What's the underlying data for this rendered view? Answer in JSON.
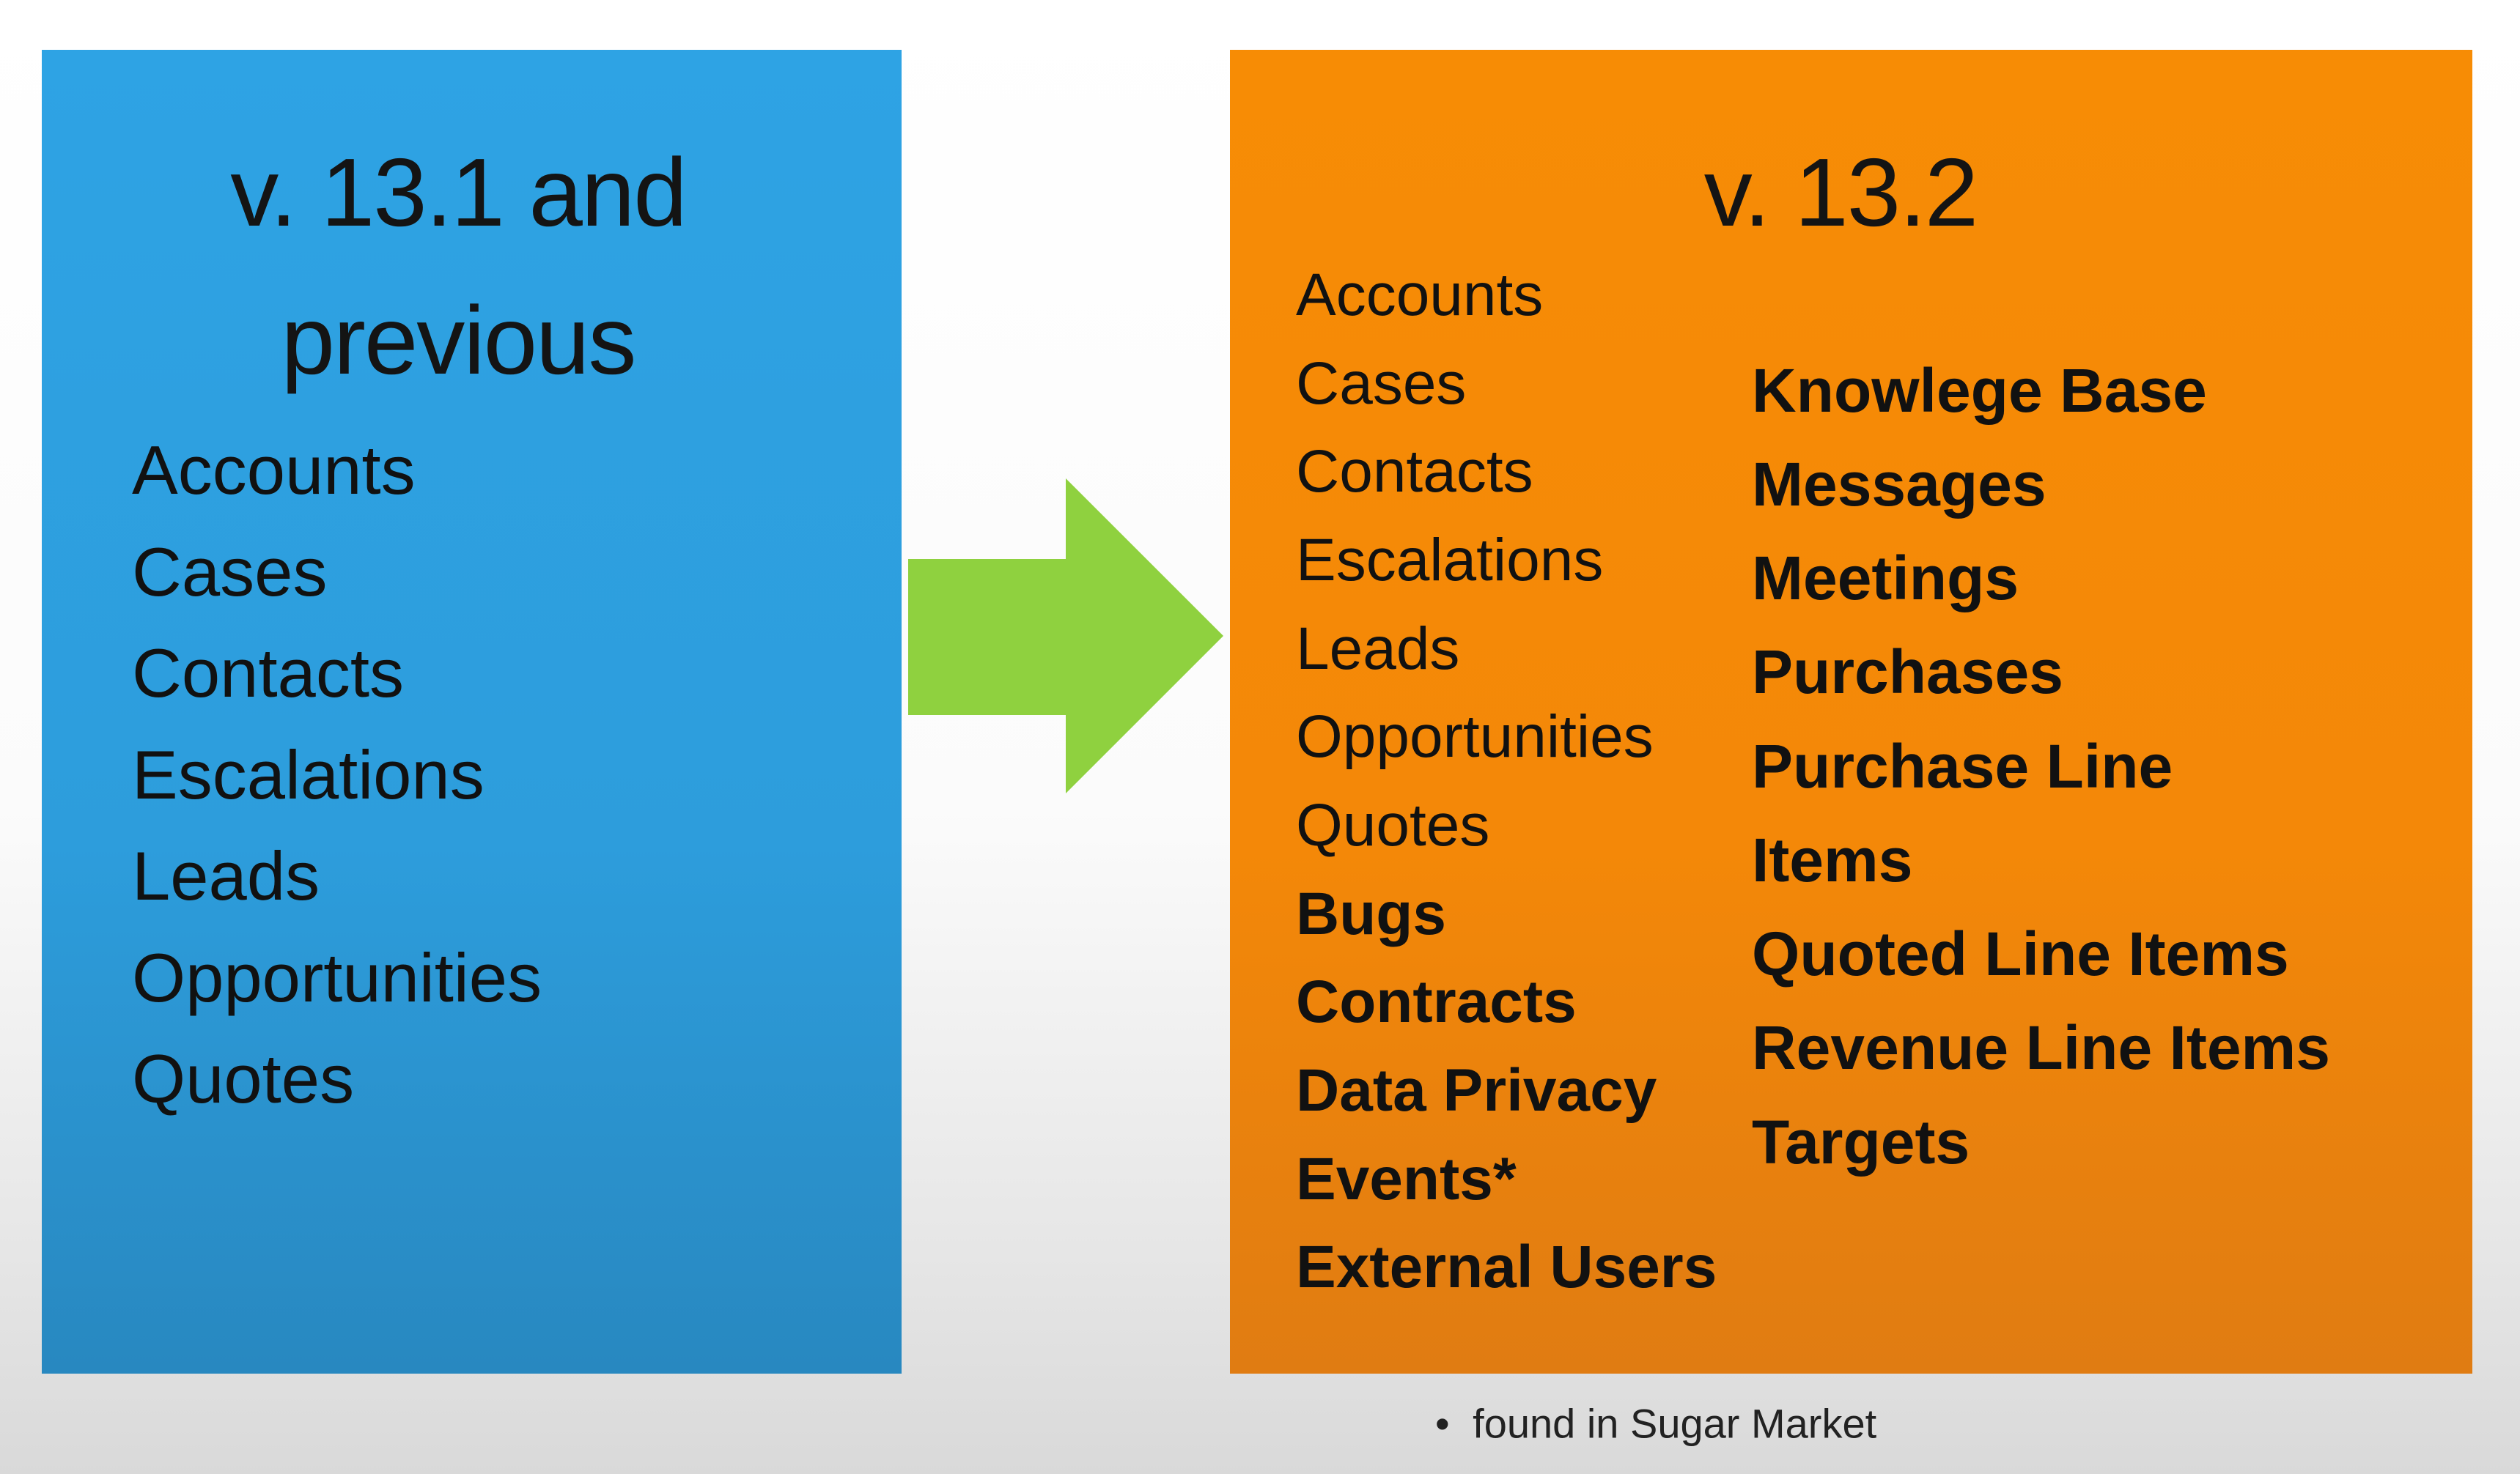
{
  "left_panel": {
    "title_line1": "v. 13.1 and",
    "title_line2": "previous",
    "items": [
      "Accounts",
      "Cases",
      "Contacts",
      "Escalations",
      "Leads",
      "Opportunities",
      "Quotes"
    ],
    "color": "#2ea3e4"
  },
  "arrow": {
    "icon": "right-arrow-icon",
    "color": "#8fd13f"
  },
  "right_panel": {
    "title": "v. 13.2",
    "left_items": [
      "Accounts",
      "Cases",
      "Contacts",
      "Escalations",
      "Leads",
      "Opportunities",
      "Quotes"
    ],
    "left_new_items": [
      "Bugs",
      "Contracts",
      "Data Privacy",
      "Events*",
      "External Users"
    ],
    "right_new_items": [
      "Knowlege Base",
      "Messages",
      "Meetings",
      "Purchases",
      "Purchase Line",
      "Items",
      "Quoted Line Items",
      "Revenue Line Items",
      "Targets"
    ],
    "color": "#f78c05"
  },
  "footnote": "found in Sugar Market",
  "footnote_bullet": "•"
}
